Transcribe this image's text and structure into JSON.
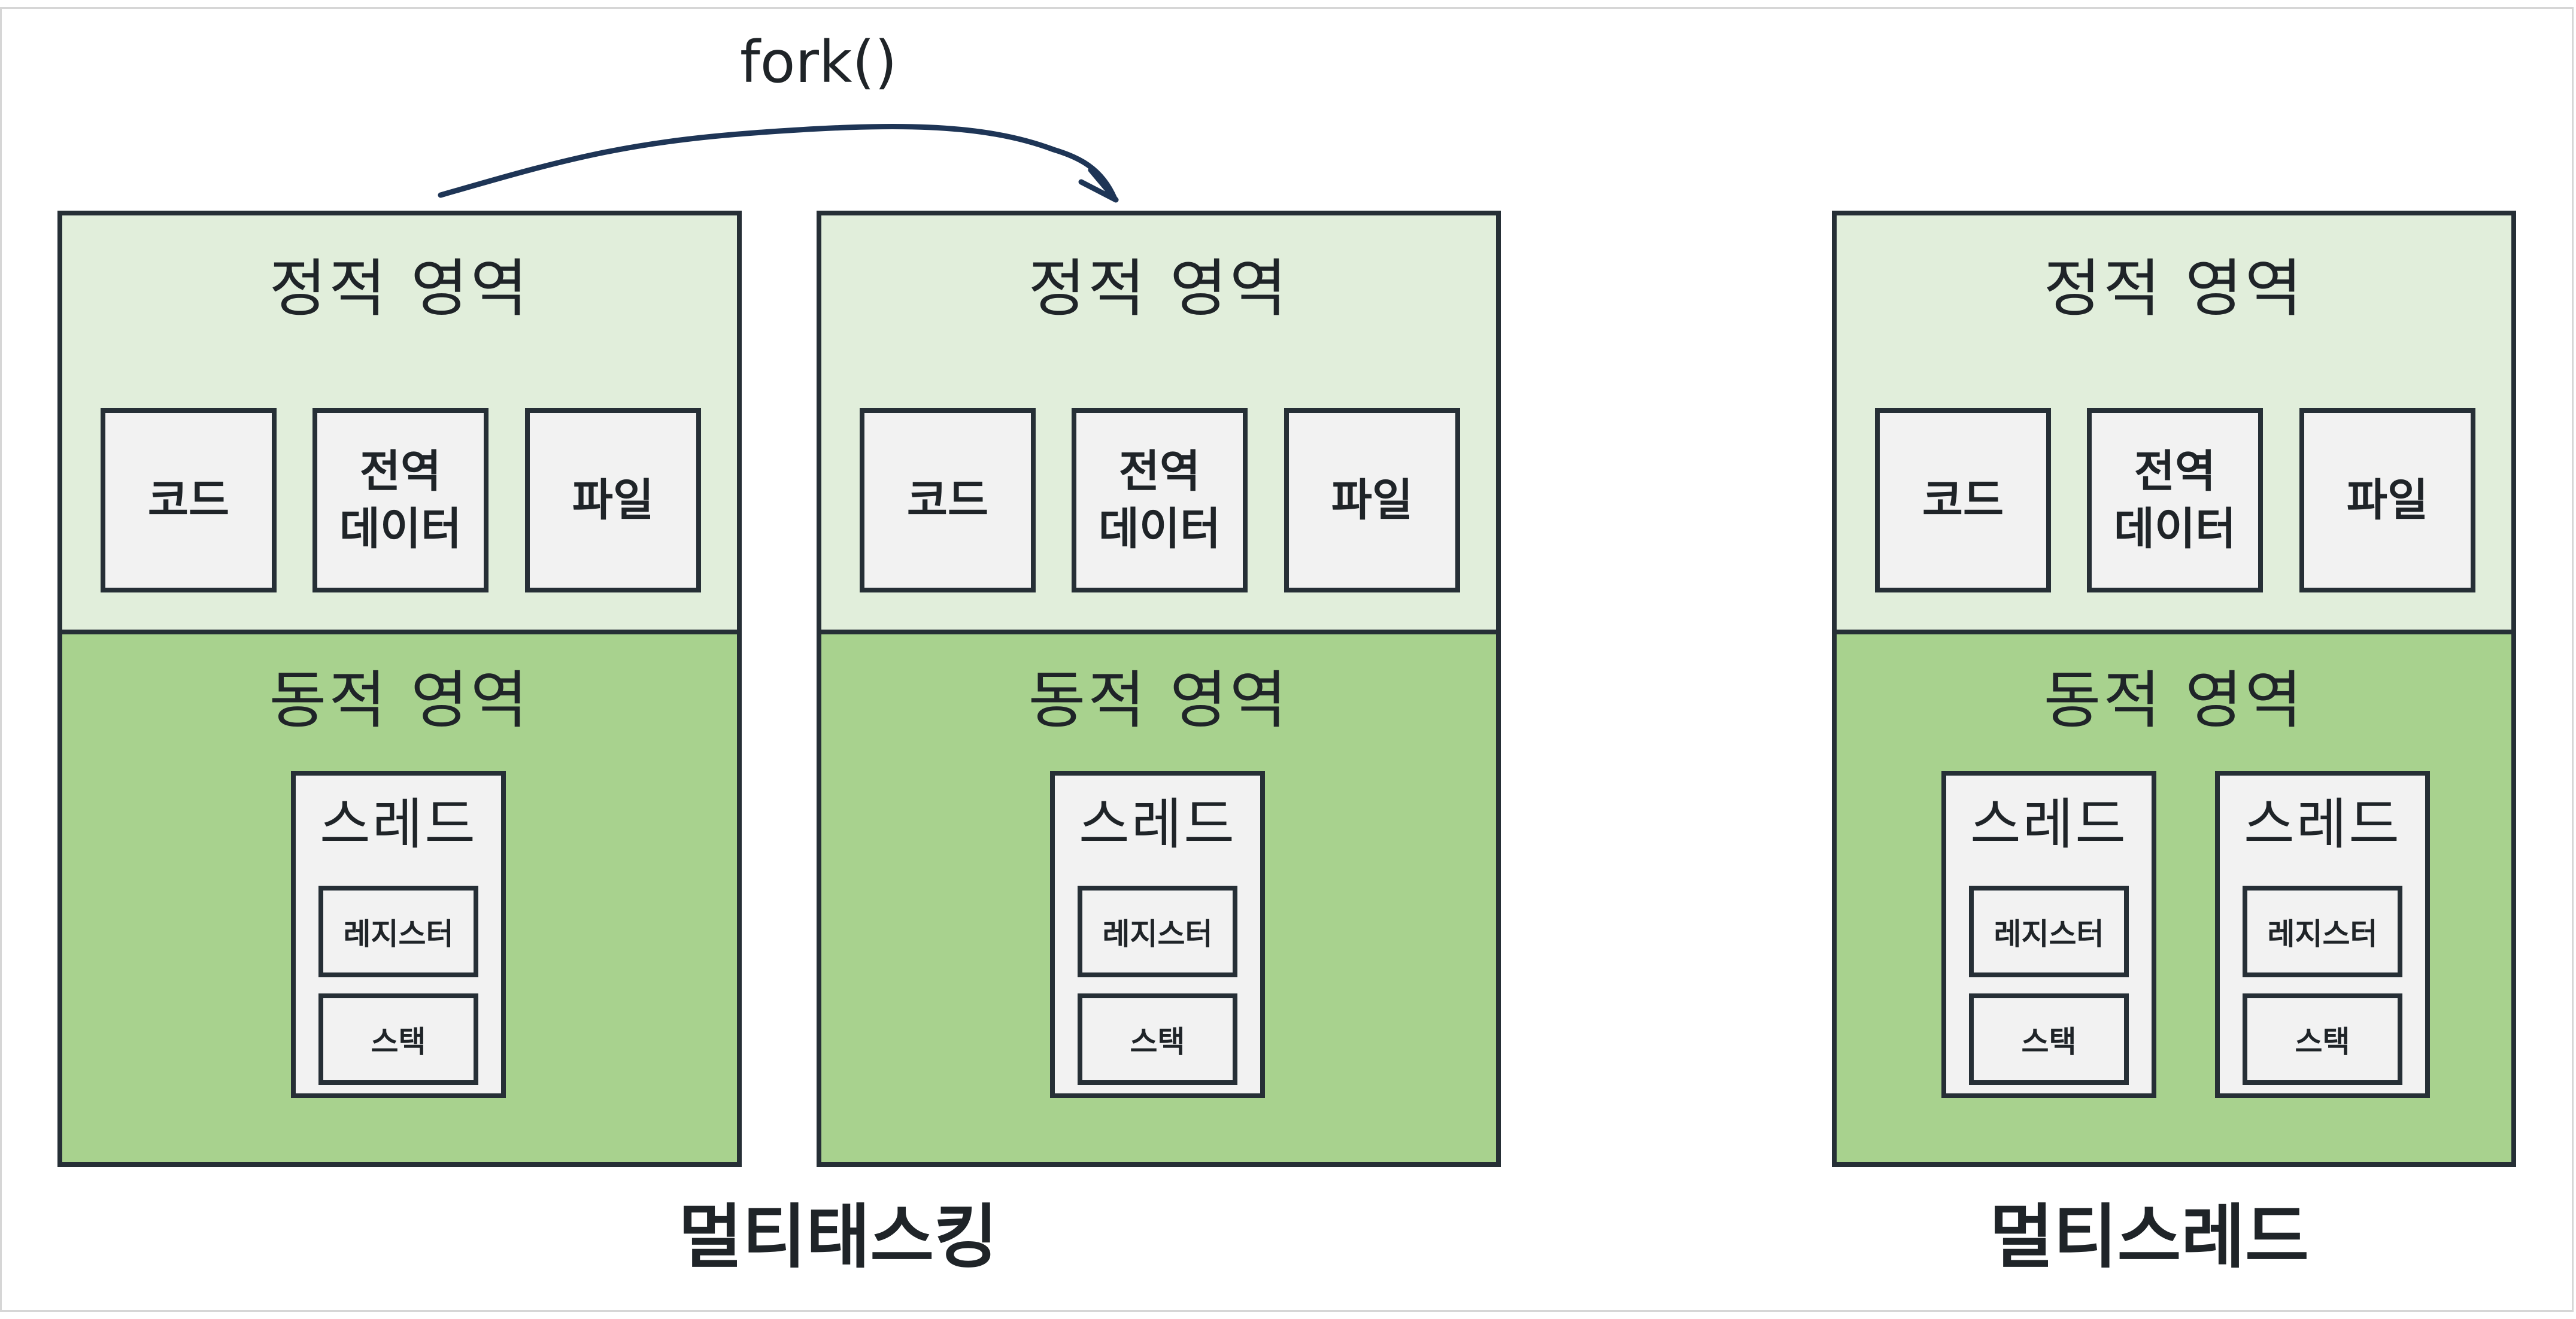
{
  "fork_label": "fork()",
  "processes": [
    {
      "static_title": "정적 영역",
      "segments": [
        "코드",
        "전역\n데이터",
        "파일"
      ],
      "dynamic_title": "동적 영역",
      "threads": [
        {
          "title": "스레드",
          "register": "레지스터",
          "stack": "스택"
        }
      ]
    },
    {
      "static_title": "정적 영역",
      "segments": [
        "코드",
        "전역\n데이터",
        "파일"
      ],
      "dynamic_title": "동적 영역",
      "threads": [
        {
          "title": "스레드",
          "register": "레지스터",
          "stack": "스택"
        }
      ]
    },
    {
      "static_title": "정적 영역",
      "segments": [
        "코드",
        "전역\n데이터",
        "파일"
      ],
      "dynamic_title": "동적 영역",
      "threads": [
        {
          "title": "스레드",
          "register": "레지스터",
          "stack": "스택"
        },
        {
          "title": "스레드",
          "register": "레지스터",
          "stack": "스택"
        }
      ]
    }
  ],
  "captions": {
    "multitasking": "멀티태스킹",
    "multithread": "멀티스레드"
  },
  "colors": {
    "static_region": "#e1eedb",
    "dynamic_region": "#a8d28e",
    "box": "#f2f2f2",
    "stroke": "#262f36",
    "arrow": "#1e3556"
  }
}
